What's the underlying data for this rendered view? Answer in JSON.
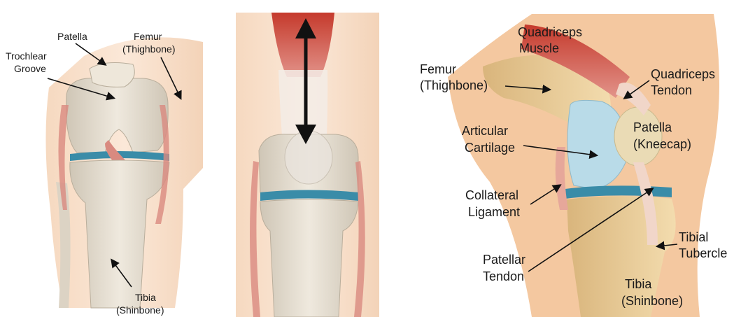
{
  "panels": {
    "left": {
      "labels": {
        "patella": "Patella",
        "femur": [
          "Femur",
          "(Thighbone)"
        ],
        "trochlear_groove": [
          "Trochlear",
          "Groove"
        ],
        "tibia": [
          "Tibia",
          "(Shinbone)"
        ]
      }
    },
    "right": {
      "labels": {
        "quadriceps_muscle": [
          "Quadriceps",
          "Muscle"
        ],
        "femur": [
          "Femur",
          "(Thighbone)"
        ],
        "quadriceps_tendon": [
          "Quadriceps",
          "Tendon"
        ],
        "articular_cartilage": [
          "Articular",
          "Cartilage"
        ],
        "patella": [
          "Patella",
          "(Kneecap)"
        ],
        "collateral_ligament": [
          "Collateral",
          "Ligament"
        ],
        "tibial_tubercle": [
          "Tibial",
          "Tubercle"
        ],
        "patellar_tendon": [
          "Patellar",
          "Tendon"
        ],
        "tibia": [
          "Tibia",
          "(Shinbone)"
        ]
      }
    }
  },
  "colors": {
    "bone": "#e8e0d2",
    "bone_shade": "#c9bfae",
    "skin": "#f2c9a6",
    "muscle": "#c8484a",
    "cartilage_blue": "#b9dbe8",
    "meniscus": "#3a8ca8",
    "ligament": "#d98a80"
  }
}
